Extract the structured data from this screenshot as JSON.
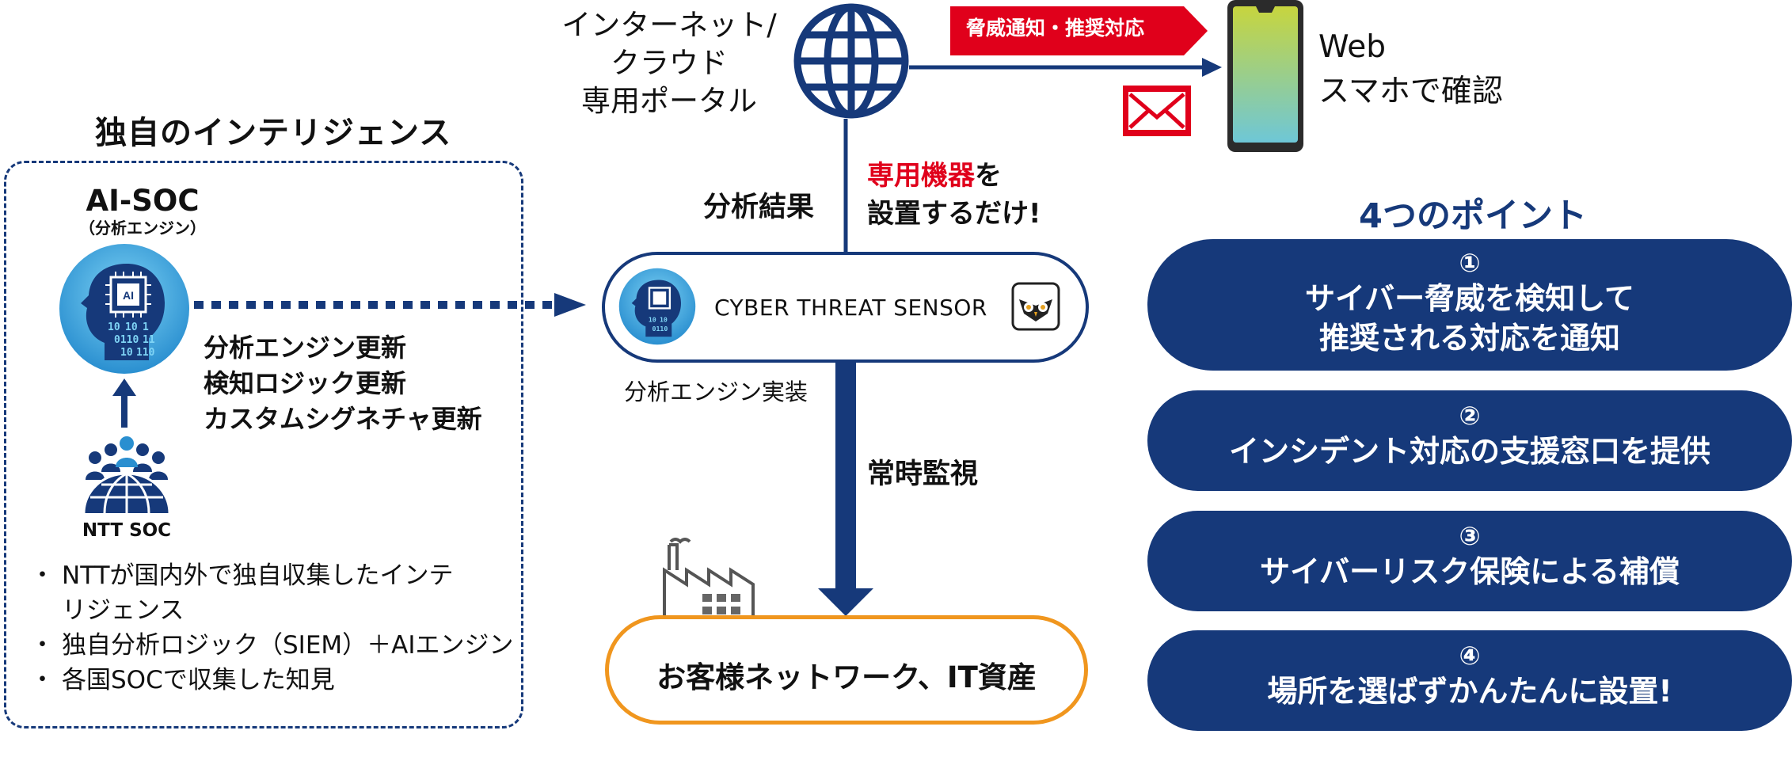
{
  "intelligence": {
    "title": "独自のインテリジェンス",
    "ai_soc": {
      "title": "AI-SOC",
      "subtitle": "（分析エンジン）",
      "chip_label": "AI"
    },
    "updates": [
      "分析エンジン更新",
      "検知ロジック更新",
      "カスタムシグネチャ更新"
    ],
    "ntt_soc_label": "NTT SOC",
    "bullets": [
      "NTTが国内外で独自収集したインテリジェンス",
      "独自分析ロジック（SIEM）＋AIエンジン",
      "各国SOCで収集した知見"
    ]
  },
  "portal": {
    "label_lines": [
      "インターネット/",
      "クラウド",
      "専用ポータル"
    ],
    "icon": "globe-icon"
  },
  "notification": {
    "flag_text": "脅威通知・推奨対応",
    "mail_icon": "envelope-icon",
    "device_text_lines": [
      "Web",
      "スマホで確認"
    ]
  },
  "flow": {
    "analysis_result": "分析結果",
    "sensor_callout": {
      "highlight": "専用機器",
      "rest_line1": "を",
      "line2": "設置するだけ!"
    },
    "sensor_name": "CYBER THREAT SENSOR",
    "engine_impl": "分析エンジン実装",
    "monitor": "常時監視",
    "customer": "お客様ネットワーク、IT資産"
  },
  "points": {
    "title": "4つのポイント",
    "items": [
      {
        "num": "①",
        "lines": [
          "サイバー脅威を検知して",
          "推奨される対応を通知"
        ]
      },
      {
        "num": "②",
        "lines": [
          "インシデント対応の支援窓口を提供"
        ]
      },
      {
        "num": "③",
        "lines": [
          "サイバーリスク保険による補償"
        ]
      },
      {
        "num": "④",
        "lines": [
          "場所を選ばずかんたんに設置!"
        ]
      }
    ]
  },
  "colors": {
    "navy": "#16397a",
    "red": "#e0001b",
    "orange": "#f0961e"
  }
}
